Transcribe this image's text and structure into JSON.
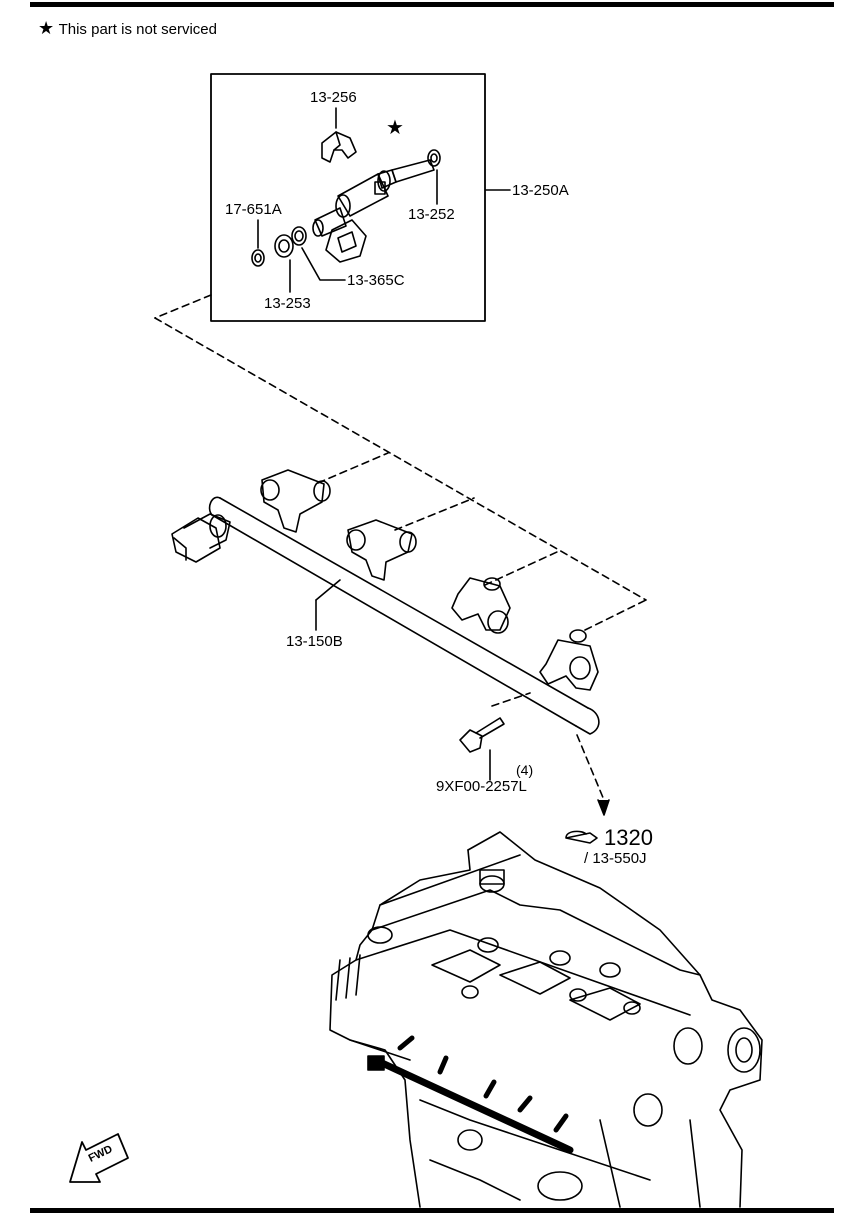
{
  "header": {
    "note_symbol": "★",
    "note_text": "This part is not serviced"
  },
  "callouts": {
    "clip": "13-256",
    "star": "★",
    "o_ring_small": "13-252",
    "injector_assembly": "13-250A",
    "seal_17": "17-651A",
    "washer": "13-253",
    "insulator": "13-365C",
    "fuel_rail": "13-150B",
    "bolt_qty": "(4)",
    "bolt_part": "9XF00-2257L",
    "ref_number": "1320",
    "ref_sub": "/ 13-550J"
  },
  "fwd_label": "FWD",
  "colors": {
    "line": "#000000",
    "background": "#ffffff"
  }
}
